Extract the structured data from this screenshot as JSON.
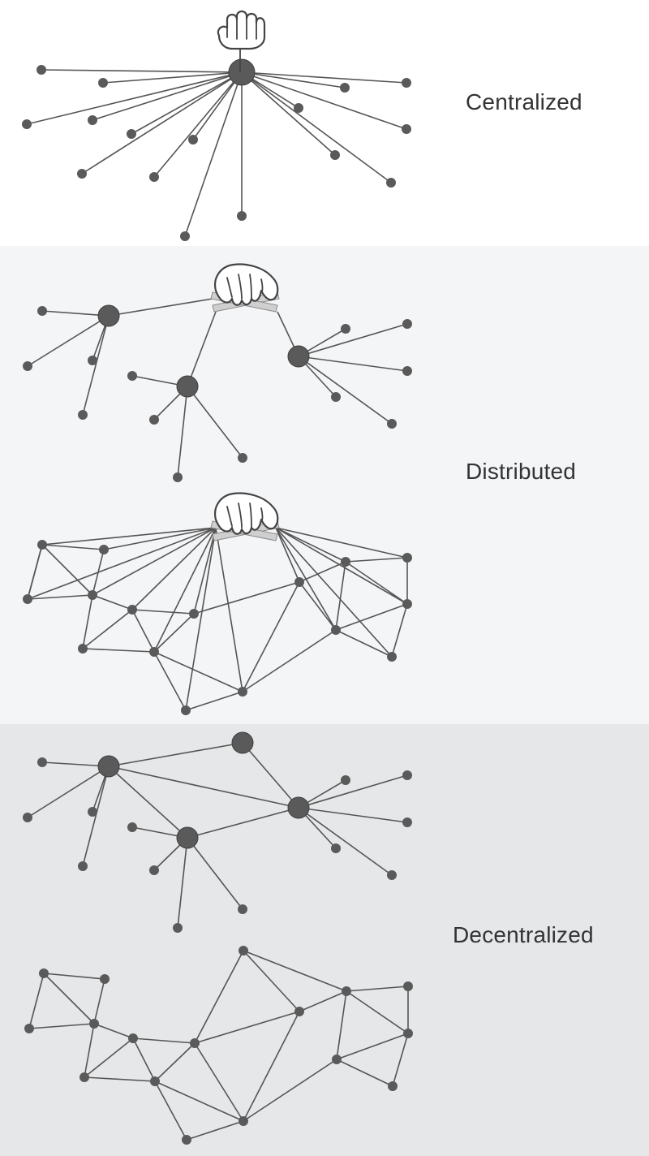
{
  "labels": {
    "centralized": "Centralized",
    "distributed": "Distributed",
    "decentralized": "Decentralized"
  },
  "icons": {
    "fist": "fist-icon",
    "hand_scissors": "hand-cutting-icon"
  },
  "colors": {
    "centralized_bg": "#ffffff",
    "distributed_bg": "#f4f5f7",
    "decentralized_bg": "#e6e7e9",
    "node": "#5a5a5a",
    "edge": "#555555",
    "text": "#333333"
  }
}
